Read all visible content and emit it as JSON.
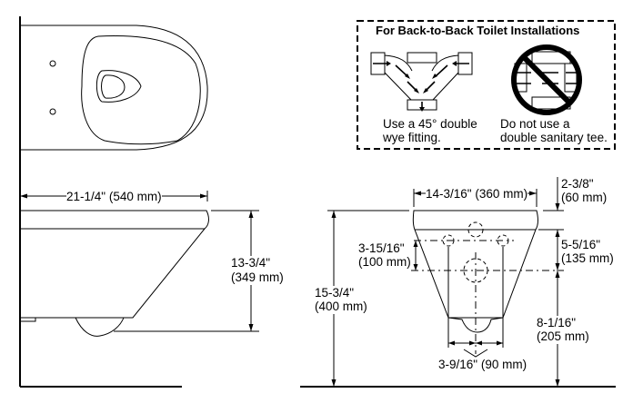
{
  "inset": {
    "title": "For Back-to-Back Toilet Installations",
    "good_caption_line1": "Use a 45° double",
    "good_caption_line2": "wye fitting.",
    "bad_caption_line1": "Do not use a",
    "bad_caption_line2": "double sanitary tee."
  },
  "side_view": {
    "length": "21-1/4\" (540 mm)",
    "height_in": "13-3/4\"",
    "height_mm": "(349 mm)"
  },
  "front_view": {
    "width": "14-3/16\" (360 mm)",
    "rim_in": "2-3/8\"",
    "rim_mm": "(60 mm)",
    "bolt_spacing_v_in": "3-15/16\"",
    "bolt_spacing_v_mm": "(100 mm)",
    "total_height_in": "15-3/4\"",
    "total_height_mm": "(400 mm)",
    "outlet_offset_in": "5-5/16\"",
    "outlet_offset_mm": "(135 mm)",
    "outlet_height_in": "8-1/16\"",
    "outlet_height_mm": "(205 mm)",
    "bolt_spacing_h": "3-9/16\" (90 mm)"
  }
}
